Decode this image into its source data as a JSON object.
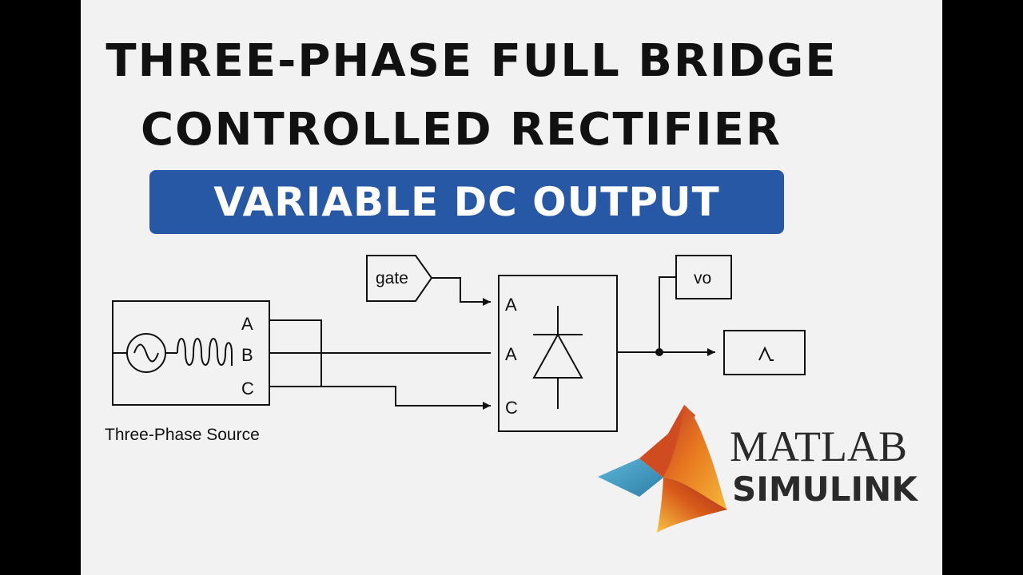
{
  "title_line1": "THREE-PHASE FULL BRIDGE",
  "title_line2": "CONTROLLED RECTIFIER",
  "banner": "VARIABLE DC OUTPUT",
  "source_block": {
    "ports": [
      "A",
      "B",
      "C"
    ],
    "caption": "Three-Phase Source"
  },
  "gate_tag": "gate",
  "bridge_block": {
    "ports": [
      "A",
      "A",
      "C"
    ]
  },
  "vo_tag": "vo",
  "scope_symbol": "^",
  "logo": {
    "word1": "MATLAB",
    "word2": "SIMULINK"
  },
  "colors": {
    "banner": "#2758a6",
    "frame": "#000000",
    "canvas": "#f2f2f2"
  }
}
